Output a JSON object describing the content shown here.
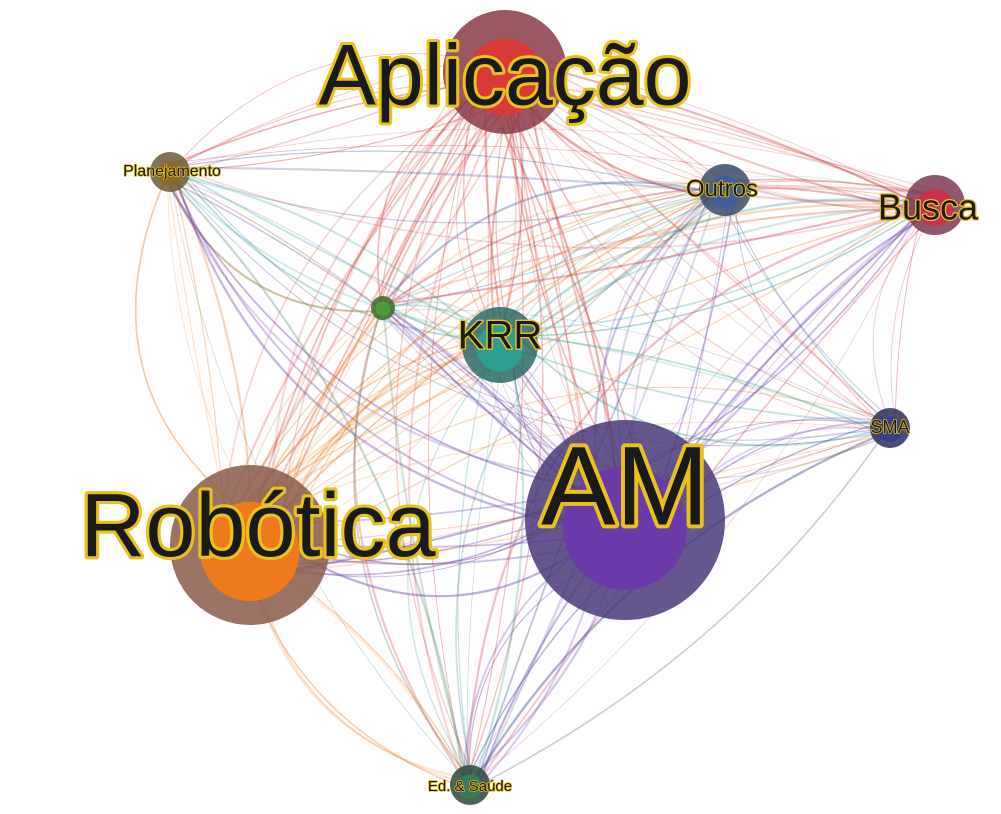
{
  "graph": {
    "nodes": [
      {
        "id": "aplicacao",
        "label": "Aplicação",
        "color": "#d83a3a",
        "ring": "#8a3b46"
      },
      {
        "id": "planejamento",
        "label": "Planejamento",
        "color": "#8a6a2a",
        "ring": "#6b5a3a"
      },
      {
        "id": "outros",
        "label": "Outros",
        "color": "#3f5f9a",
        "ring": "#3a4a6a"
      },
      {
        "id": "busca",
        "label": "Busca",
        "color": "#c8324e",
        "ring": "#7a3a55"
      },
      {
        "id": "krr",
        "label": "KRR",
        "color": "#2e9e8e",
        "ring": "#2a6a66"
      },
      {
        "id": "green",
        "label": "",
        "color": "#4f9a3a",
        "ring": "#3a6a2a"
      },
      {
        "id": "sma",
        "label": "SMA",
        "color": "#3a3f8a",
        "ring": "#2a2f5a"
      },
      {
        "id": "robotica",
        "label": "Robótica",
        "color": "#ee7a1e",
        "ring": "#8a5a4a"
      },
      {
        "id": "am",
        "label": "AM",
        "color": "#6a3aa8",
        "ring": "#4a3a7a"
      },
      {
        "id": "edsaude",
        "label": "Ed. & Saúde",
        "color": "#3a7a5a",
        "ring": "#2a4a3a"
      }
    ]
  }
}
